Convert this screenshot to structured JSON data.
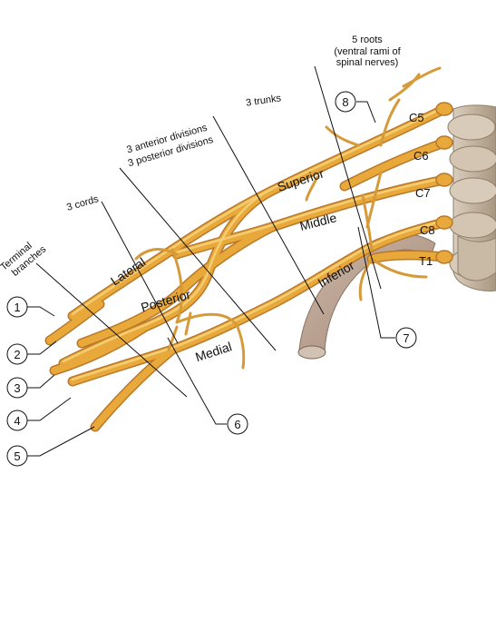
{
  "headers": {
    "roots_line1": "5 roots",
    "roots_line2": "(ventral rami of",
    "roots_line3": "spinal nerves)",
    "trunks": "3 trunks",
    "divisions_line1": "3 anterior divisions",
    "divisions_line2": "3 posterior divisions",
    "cords": "3 cords",
    "terminal_line1": "Terminal",
    "terminal_line2": "branches"
  },
  "trunk_labels": {
    "superior": "Superior",
    "middle": "Middle",
    "inferior": "Inferior"
  },
  "cord_labels": {
    "lateral": "Lateral",
    "posterior": "Posterior",
    "medial": "Medial"
  },
  "root_labels": [
    "C5",
    "C6",
    "C7",
    "C8",
    "T1"
  ],
  "callouts": [
    "1",
    "2",
    "3",
    "4",
    "5",
    "6",
    "7",
    "8"
  ],
  "colors": {
    "nerve": "#E8A93A",
    "nerve_dark": "#B9782A",
    "nerve_light": "#F6D27A",
    "bone": "#C7B8A3",
    "bone_dark": "#8F7F6B",
    "clavicle": "#B79F8E"
  }
}
